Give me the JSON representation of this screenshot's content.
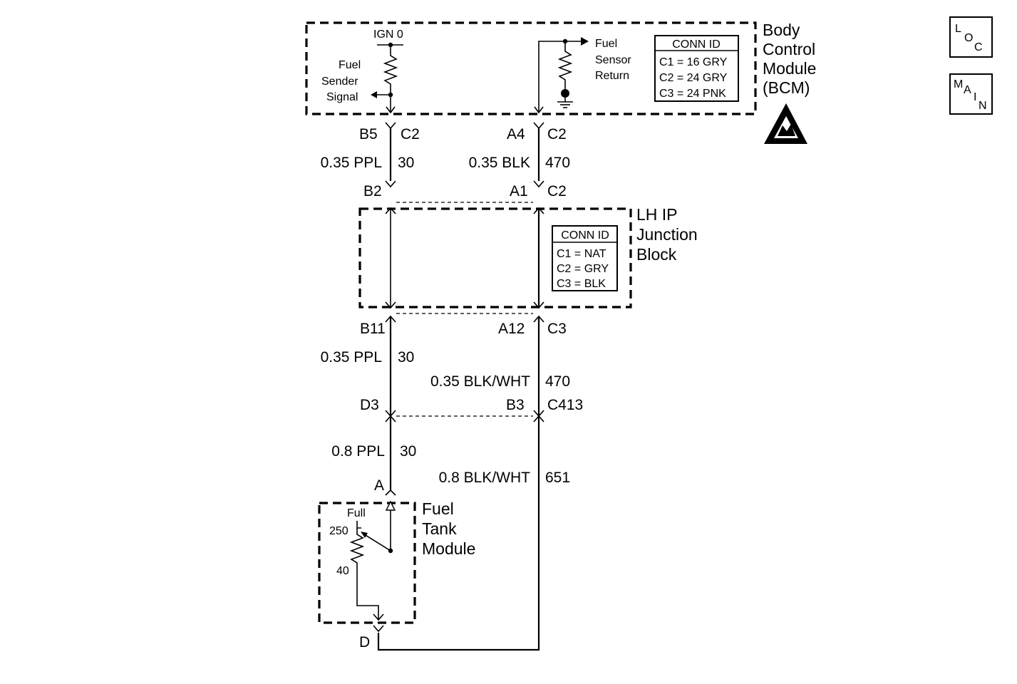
{
  "bcm": {
    "name_lines": [
      "Body",
      "Control",
      "Module",
      "(BCM)"
    ],
    "ign_label": "IGN 0",
    "sender_lines": [
      "Fuel",
      "Sender",
      "Signal"
    ],
    "return_lines": [
      "Fuel",
      "Sensor",
      "Return"
    ],
    "conn_title": "CONN ID",
    "conn_rows": [
      "C1 = 16 GRY",
      "C2 = 24 GRY",
      "C3 = 24 PNK"
    ]
  },
  "junction": {
    "name_lines": [
      "LH IP",
      "Junction",
      "Block"
    ],
    "conn_title": "CONN ID",
    "conn_rows": [
      "C1 = NAT",
      "C2 = GRY",
      "C3 = BLK"
    ]
  },
  "fuel_tank": {
    "name_lines": [
      "Fuel",
      "Tank",
      "Module"
    ],
    "full_label": "Full",
    "r_high": "250",
    "r_low": "40"
  },
  "pins": {
    "b5": "B5",
    "c2_top_left": "C2",
    "a4": "A4",
    "c2_top_right": "C2",
    "b2": "B2",
    "a1": "A1",
    "c2_mid": "C2",
    "b11": "B11",
    "a12": "A12",
    "c3": "C3",
    "d3": "D3",
    "b3": "B3",
    "c413": "C413",
    "a": "A",
    "d": "D"
  },
  "wires": {
    "w1_gauge": "0.35 PPL",
    "w1_circuit": "30",
    "w2_gauge": "0.35 BLK",
    "w2_circuit": "470",
    "w3_gauge": "0.35 PPL",
    "w3_circuit": "30",
    "w4_gauge": "0.35 BLK/WHT",
    "w4_circuit": "470",
    "w5_gauge": "0.8 PPL",
    "w5_circuit": "30",
    "w6_gauge": "0.8 BLK/WHT",
    "w6_circuit": "651"
  },
  "icons": {
    "loc": [
      "L",
      "O",
      "C"
    ],
    "main": [
      "M",
      "A",
      "I",
      "N"
    ],
    "esd": "esd-warning-icon"
  }
}
